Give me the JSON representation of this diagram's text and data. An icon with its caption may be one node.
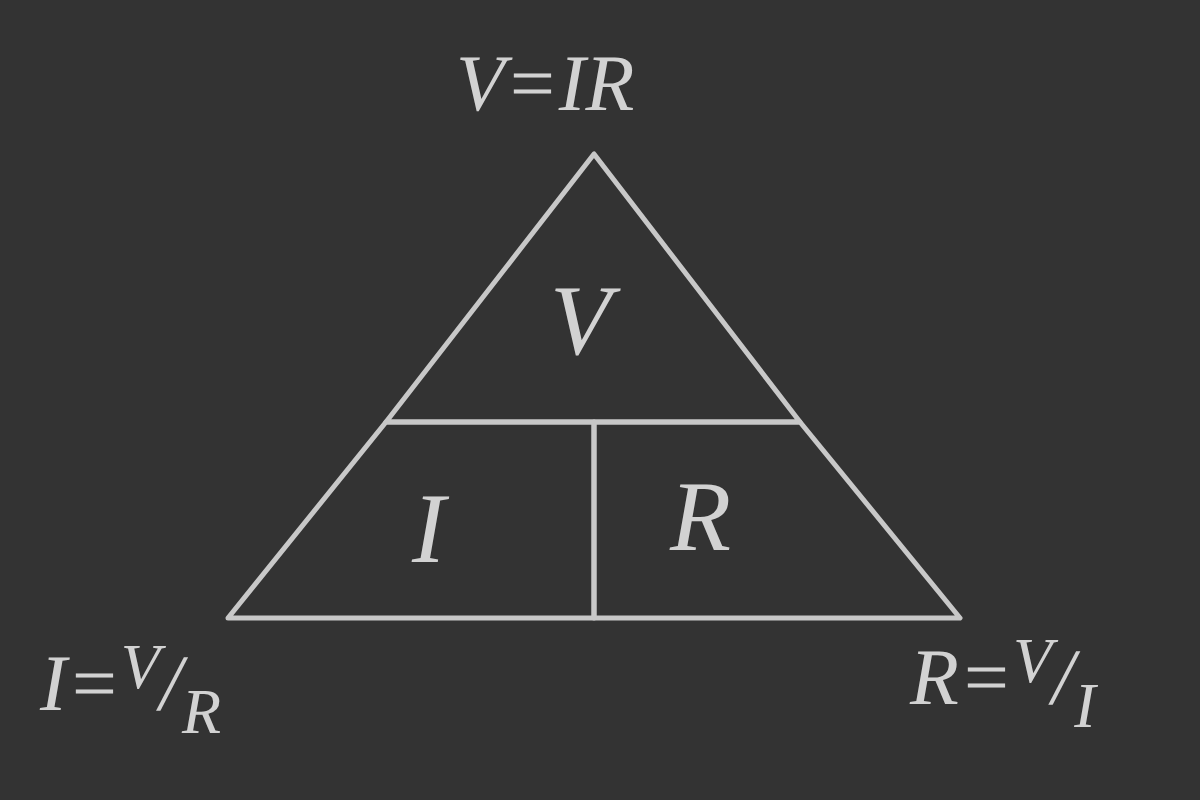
{
  "diagram": {
    "nodes": [
      {
        "text": [
          "V"
        ]
      },
      {
        "text": [
          "I"
        ]
      },
      {
        "text": [
          "R"
        ]
      }
    ],
    "labels": [
      "V=IR",
      "I=$^{V}$/$_{R}$",
      "R=$^{V}$/$_{I}$"
    ]
  }
}
